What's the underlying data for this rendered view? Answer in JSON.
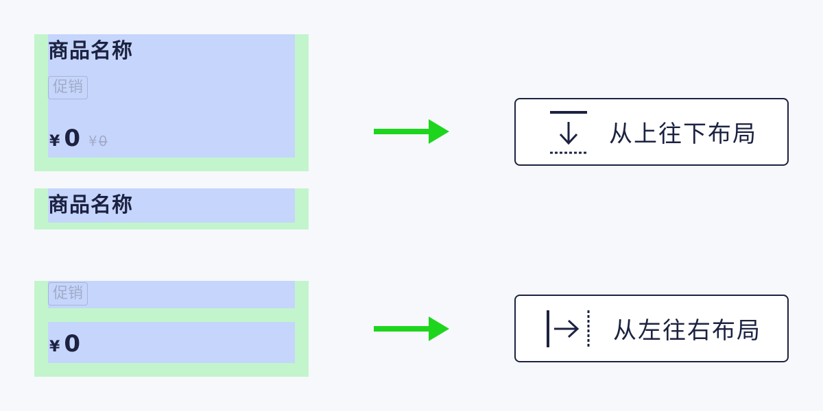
{
  "card_full": {
    "title": "商品名称",
    "tag": "促销",
    "currency": "¥",
    "price": "0",
    "old_currency": "¥",
    "old_price": "0"
  },
  "card_title_only": {
    "title": "商品名称"
  },
  "card_tag_price": {
    "tag": "促销",
    "currency": "¥",
    "price": "0"
  },
  "legends": [
    {
      "label": "从上往下布局",
      "icon": "arrow-down-to-line-icon"
    },
    {
      "label": "从左往右布局",
      "icon": "arrow-right-to-line-icon"
    }
  ],
  "colors": {
    "container": "#c2f5cc",
    "item": "#c5d5fc",
    "arrow": "#1ed51e",
    "text": "#1c2240",
    "muted": "#a2acc8"
  }
}
